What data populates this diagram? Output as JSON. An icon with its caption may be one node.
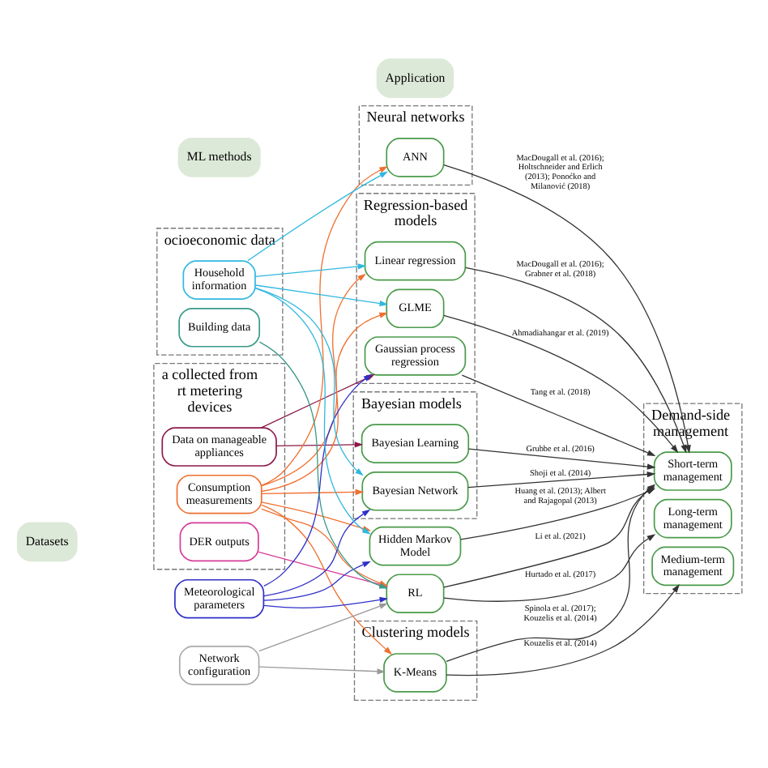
{
  "diagram": {
    "nodes": [
      {
        "text": [
          "Datasets"
        ]
      },
      {
        "text": [
          "ML methods"
        ]
      },
      {
        "text": [
          "Application"
        ]
      },
      {
        "text": [
          "Neural networks"
        ]
      },
      {
        "text": [
          "ANN"
        ],
        "in": 3
      },
      {
        "text": [
          "a collected from rt metering devices"
        ]
      },
      {
        "text": [
          "DER outputs"
        ],
        "in": 5
      },
      {
        "text": [
          "Data on manageable appliances"
        ],
        "in": 5
      },
      {
        "text": [
          "Consumption measurements"
        ],
        "in": 5
      },
      {
        "text": [
          "Regression-based models"
        ]
      },
      {
        "text": [
          "Linear regression"
        ],
        "in": 9
      },
      {
        "text": [
          "Gaussian process regression"
        ],
        "in": 9
      },
      {
        "text": [
          "GLME"
        ],
        "in": 9
      },
      {
        "text": [
          "Demand-side management"
        ]
      },
      {
        "text": [
          "Short-term management"
        ],
        "in": 13
      },
      {
        "text": [
          "Medium-term management"
        ],
        "in": 13
      },
      {
        "text": [
          "Long-term management"
        ],
        "in": 13
      },
      {
        "text": [
          "Meteorological parameters"
        ]
      },
      {
        "text": [
          "Bayesian models"
        ]
      },
      {
        "text": [
          "Bayesian Learning"
        ],
        "in": 18
      },
      {
        "text": [
          "Bayesian Network"
        ],
        "in": 18
      },
      {
        "text": [
          "Network configuration"
        ]
      },
      {
        "text": [
          "Hidden Markov Model"
        ]
      },
      {
        "text": [
          "ocioeconomic data"
        ]
      },
      {
        "text": [
          "Clustering models"
        ]
      },
      {
        "text": [
          "K-Means"
        ],
        "in": 24
      },
      {
        "text": [
          "Building data"
        ],
        "in": 23
      },
      {
        "text": [
          "Household information"
        ],
        "in": 23
      },
      {
        "text": [
          "RL"
        ]
      }
    ],
    "edges": [
      {
        "from": 27,
        "to": 4,
        "arrow": "to",
        "color": "#30b8e0"
      },
      {
        "from": 8,
        "to": 4,
        "arrow": "to",
        "color": "#f07030"
      },
      {
        "from": 27,
        "to": 10,
        "arrow": "to",
        "color": "#30b8e0"
      },
      {
        "from": 8,
        "to": 10,
        "arrow": "to",
        "color": "#f07030"
      },
      {
        "from": 7,
        "to": 11,
        "arrow": "to",
        "color": "#8b1a4a"
      },
      {
        "from": 17,
        "to": 11,
        "arrow": "to",
        "color": "#3030c8"
      },
      {
        "from": 27,
        "to": 12,
        "arrow": "to",
        "color": "#30b8e0"
      },
      {
        "from": 8,
        "to": 12,
        "arrow": "to",
        "color": "#f07030"
      },
      {
        "from": 7,
        "to": 19,
        "arrow": "to",
        "color": "#8b1a4a"
      },
      {
        "from": 8,
        "to": 20,
        "arrow": "to",
        "color": "#f07030"
      },
      {
        "from": 17,
        "to": 20,
        "arrow": "to",
        "color": "#3030c8"
      },
      {
        "from": 27,
        "to": 20,
        "arrow": "to",
        "color": "#30b8e0"
      },
      {
        "from": 8,
        "to": 22,
        "arrow": "to",
        "color": "#f07030"
      },
      {
        "from": 17,
        "to": 22,
        "arrow": "to",
        "color": "#3030c8"
      },
      {
        "from": 27,
        "to": 22,
        "arrow": "to",
        "color": "#30b8e0"
      },
      {
        "from": 21,
        "to": 25,
        "arrow": "to",
        "color": "#999999"
      },
      {
        "from": 8,
        "to": 25,
        "arrow": "to",
        "color": "#f07030"
      },
      {
        "from": 6,
        "to": 28,
        "arrow": "to",
        "color": "#d63c9a"
      },
      {
        "from": 8,
        "to": 28,
        "arrow": "to",
        "color": "#f07030"
      },
      {
        "from": 17,
        "to": 28,
        "arrow": "to",
        "color": "#3030c8"
      },
      {
        "from": 21,
        "to": 28,
        "arrow": "to",
        "color": "#999999"
      },
      {
        "from": 26,
        "to": 28,
        "arrow": "to",
        "color": "#3a9a8a"
      },
      {
        "from": 4,
        "to": 14,
        "arrow": "to",
        "label": "MacDougall et al. (2016); Holtschneider and Erlich (2013); Ponoćko and Milanović (2018)"
      },
      {
        "from": 10,
        "to": 14,
        "arrow": "to",
        "label": "MacDougall et al. (2016); Grabner et al. (2018)"
      },
      {
        "from": 11,
        "to": 14,
        "arrow": "to",
        "label": "Tang et al. (2018)"
      },
      {
        "from": 12,
        "to": 14,
        "arrow": "to",
        "label": "Ahmadiahangar et al. (2019)"
      },
      {
        "from": 19,
        "to": 14,
        "arrow": "to",
        "label": "Grubbe et al. (2016)"
      },
      {
        "from": 20,
        "to": 14,
        "arrow": "to",
        "label": "Shoji et al. (2014)"
      },
      {
        "from": 22,
        "to": 14,
        "arrow": "to",
        "label": "Huang et al. (2013); Albert and Rajagopal (2013)"
      },
      {
        "from": 25,
        "to": 14,
        "arrow": "to",
        "label": "Spinola et al. (2017); Kouzelis et al. (2014)"
      },
      {
        "from": 25,
        "to": 15,
        "arrow": "to",
        "label": "Kouzelis et al. (2014)"
      },
      {
        "from": 28,
        "to": 14,
        "arrow": "to",
        "label": "Li et al. (2021)"
      },
      {
        "from": 28,
        "to": 16,
        "arrow": "to",
        "label": "Hurtado et al. (2017)"
      }
    ]
  }
}
